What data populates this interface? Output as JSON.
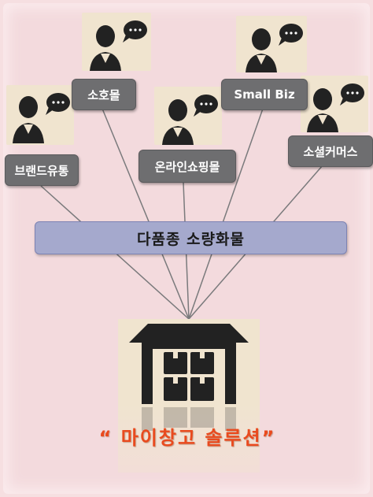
{
  "channels": [
    {
      "id": "brand",
      "label": "브랜드유통"
    },
    {
      "id": "soho",
      "label": "소호몰"
    },
    {
      "id": "online",
      "label": "온라인쇼핑몰"
    },
    {
      "id": "smallbiz",
      "label": "Small Biz"
    },
    {
      "id": "social",
      "label": "소셜커머스"
    }
  ],
  "band": {
    "label": "다품종 소량화물"
  },
  "solution": {
    "label": "“ 마이창고 솔루션”"
  },
  "colors": {
    "background": "#f3dadd",
    "label_fill": "#6e6e70",
    "band_fill": "#a5a9cd",
    "solution_text": "#e94a1e",
    "persona_bg": "#f0e4cf"
  },
  "icons": {
    "persona": "person-with-speech-bubble-icon",
    "warehouse": "warehouse-icon"
  }
}
